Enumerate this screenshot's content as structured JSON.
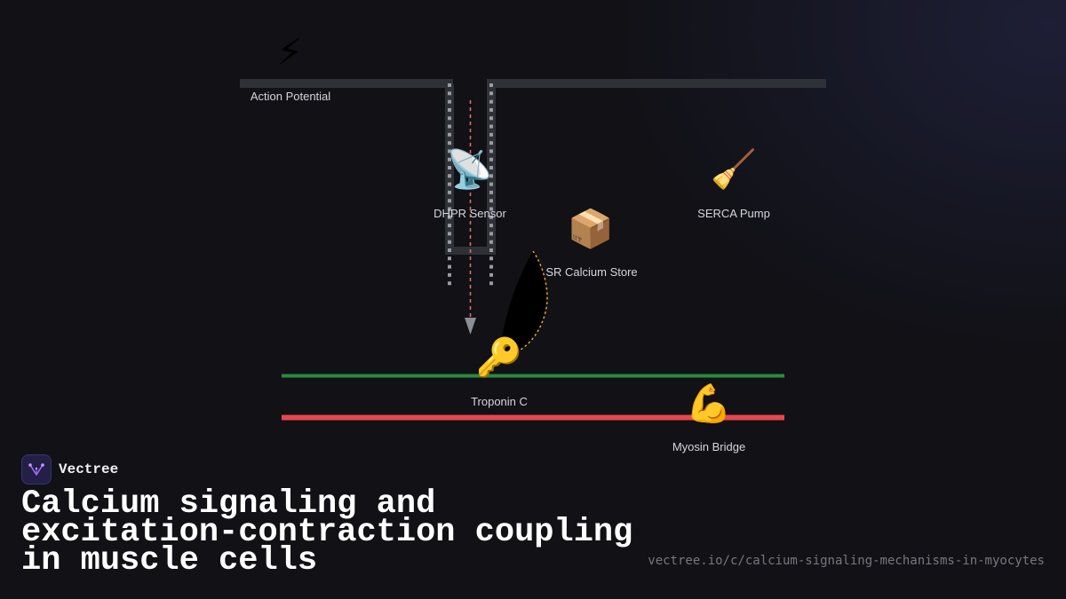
{
  "diagram": {
    "nodes": [
      {
        "id": "action-potential",
        "icon": "lightning-icon",
        "emoji": "⚡",
        "label": "Action Potential"
      },
      {
        "id": "dhpr-sensor",
        "icon": "satellite-dish-icon",
        "emoji": "📡",
        "label": "DHPR Sensor"
      },
      {
        "id": "sr-calcium-store",
        "icon": "package-icon",
        "emoji": "📦",
        "label": "SR Calcium Store"
      },
      {
        "id": "serca-pump",
        "icon": "broom-icon",
        "emoji": "🧹",
        "label": "SERCA Pump"
      },
      {
        "id": "troponin-c",
        "icon": "key-icon",
        "emoji": "🔑",
        "label": "Troponin C"
      },
      {
        "id": "myosin-bridge",
        "icon": "flexed-biceps-icon",
        "emoji": "💪",
        "label": "Myosin Bridge"
      }
    ],
    "colors": {
      "membrane": "#2e3136",
      "t_tubule_dots": "#9a9ca3",
      "signal_arrow": "#e06a6a",
      "arrowhead": "#8c8e96",
      "calcium_flow": "#e7a23c",
      "thin_filament": "#2b8a3e",
      "thick_filament": "#e5484d"
    }
  },
  "brand": {
    "name": "Vectree",
    "logo_icon": "vectree-logo-icon",
    "logo_color": "#9b6bff"
  },
  "title": "Calcium signaling and excitation-contraction coupling in muscle cells",
  "url": "vectree.io/c/calcium-signaling-mechanisms-in-myocytes"
}
